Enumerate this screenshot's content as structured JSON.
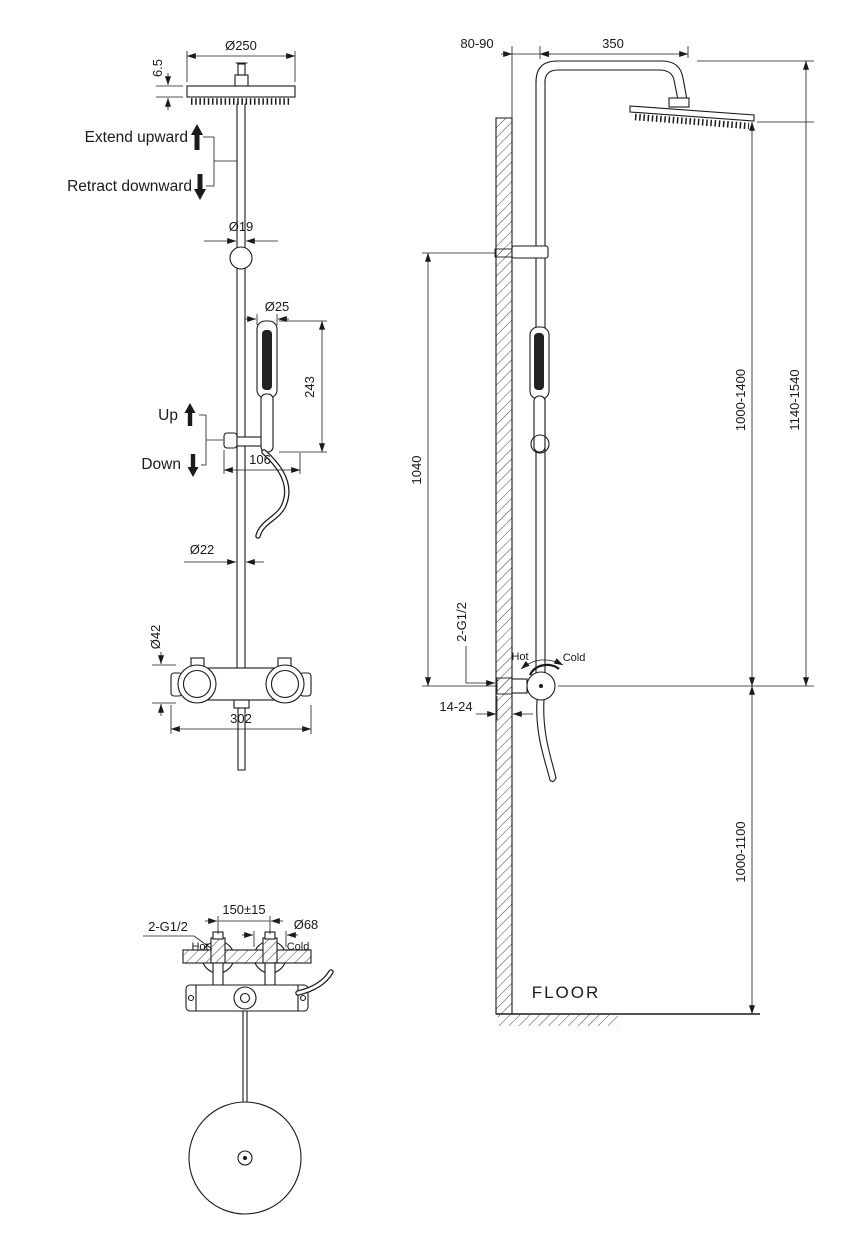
{
  "colors": {
    "ink": "#1a1a1a",
    "paper": "#ffffff",
    "insert_dark": "#222222"
  },
  "front_view": {
    "dim_head_diameter": "Ø250",
    "dim_head_thickness": "6.5",
    "label_extend": "Extend upward",
    "label_retract": "Retract downward",
    "dim_upper_pipe_diameter": "Ø19",
    "dim_handshower_diameter": "Ø25",
    "dim_handshower_length": "243",
    "label_up": "Up",
    "label_down": "Down",
    "dim_holder_offset": "106",
    "dim_lower_pipe_diameter": "Ø22",
    "dim_valve_diameter": "Ø42",
    "dim_valve_width": "302"
  },
  "top_view": {
    "dim_inlet_spacing": "150±15",
    "label_thread": "2-G1/2",
    "dim_escutcheon_diameter": "Ø68",
    "label_hot": "Hot",
    "label_cold": "Cold"
  },
  "side_view": {
    "dim_wall_offset": "80-90",
    "dim_arm_length": "350",
    "dim_riser_height_range": "1000-1400",
    "dim_total_height_range": "1140-1540",
    "dim_bracket_height": "1040",
    "label_thread": "2-G1/2",
    "label_hot": "Hot",
    "label_cold": "Cold",
    "dim_wall_depth": "14-24",
    "dim_valve_to_floor": "1000-1100",
    "label_floor": "FLOOR"
  }
}
